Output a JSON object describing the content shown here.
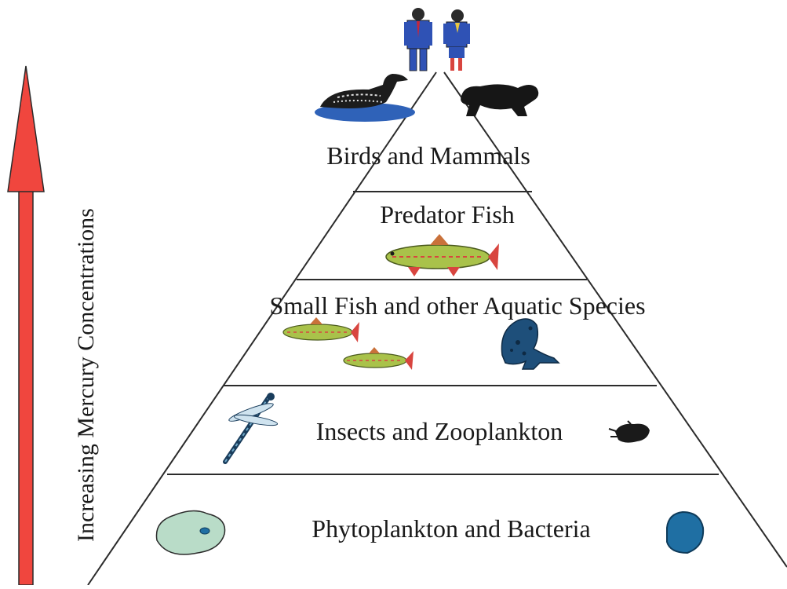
{
  "axis": {
    "label": "Increasing Mercury Concentrations",
    "arrow_color": "#f0463e",
    "arrow_outline": "#2a2a2a"
  },
  "levels": [
    {
      "label": "Birds and Mammals",
      "icons": [
        "loon-icon",
        "otter-icon"
      ]
    },
    {
      "label": "Predator Fish",
      "icons": [
        "trout-icon"
      ]
    },
    {
      "label": "Small Fish and other Aquatic Species",
      "icons": [
        "small-fish-icon",
        "small-fish-icon",
        "frog-icon"
      ]
    },
    {
      "label": "Insects and Zooplankton",
      "icons": [
        "dragonfly-icon",
        "zooplankton-icon"
      ]
    },
    {
      "label": "Phytoplankton and Bacteria",
      "icons": [
        "phytoplankton-icon",
        "bacteria-icon"
      ]
    }
  ],
  "apex": {
    "icons": [
      "people-icon"
    ]
  },
  "colors": {
    "line": "#2b2b2b",
    "water": "#2f62b8",
    "fish_body": "#a9c24a",
    "fish_fin": "#d8453f",
    "frog": "#1e4f7a",
    "phyto": "#b9dcc8",
    "bacteria": "#1f6fa3"
  }
}
